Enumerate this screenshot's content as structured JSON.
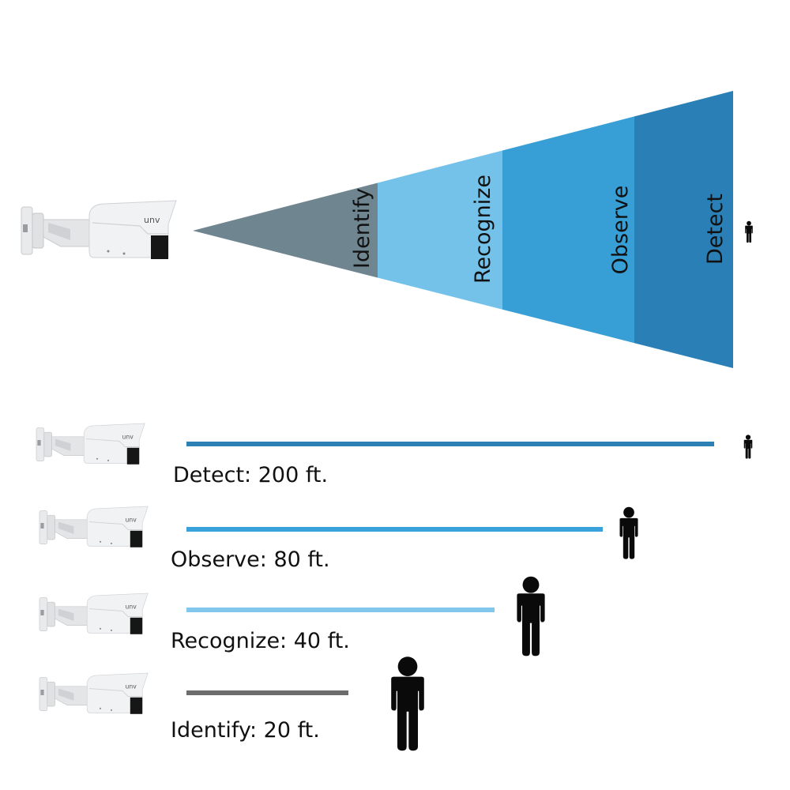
{
  "brand": "unv",
  "colors": {
    "identify": "#6f8590",
    "recognize": "#74c2ea",
    "observe": "#379fd6",
    "detect": "#2a80b6",
    "line_identify": "#6d6d6d",
    "line_recognize": "#82c8ec",
    "line_observe": "#3aa2da",
    "line_detect": "#2c80b4",
    "person": "#0a0a0a"
  },
  "cone_zones": [
    {
      "key": "identify",
      "label": "Identify"
    },
    {
      "key": "recognize",
      "label": "Recognize"
    },
    {
      "key": "observe",
      "label": "Observe"
    },
    {
      "key": "detect",
      "label": "Detect"
    }
  ],
  "ranges": [
    {
      "key": "detect",
      "label": "Detect: 200 ft.",
      "distance_ft": 200,
      "line_fraction": 1.0
    },
    {
      "key": "observe",
      "label": "Observe: 80 ft.",
      "distance_ft": 80,
      "line_fraction": 0.79
    },
    {
      "key": "recognize",
      "label": "Recognize: 40 ft.",
      "distance_ft": 40,
      "line_fraction": 0.58
    },
    {
      "key": "identify",
      "label": "Identify: 20 ft.",
      "distance_ft": 20,
      "line_fraction": 0.3
    }
  ]
}
